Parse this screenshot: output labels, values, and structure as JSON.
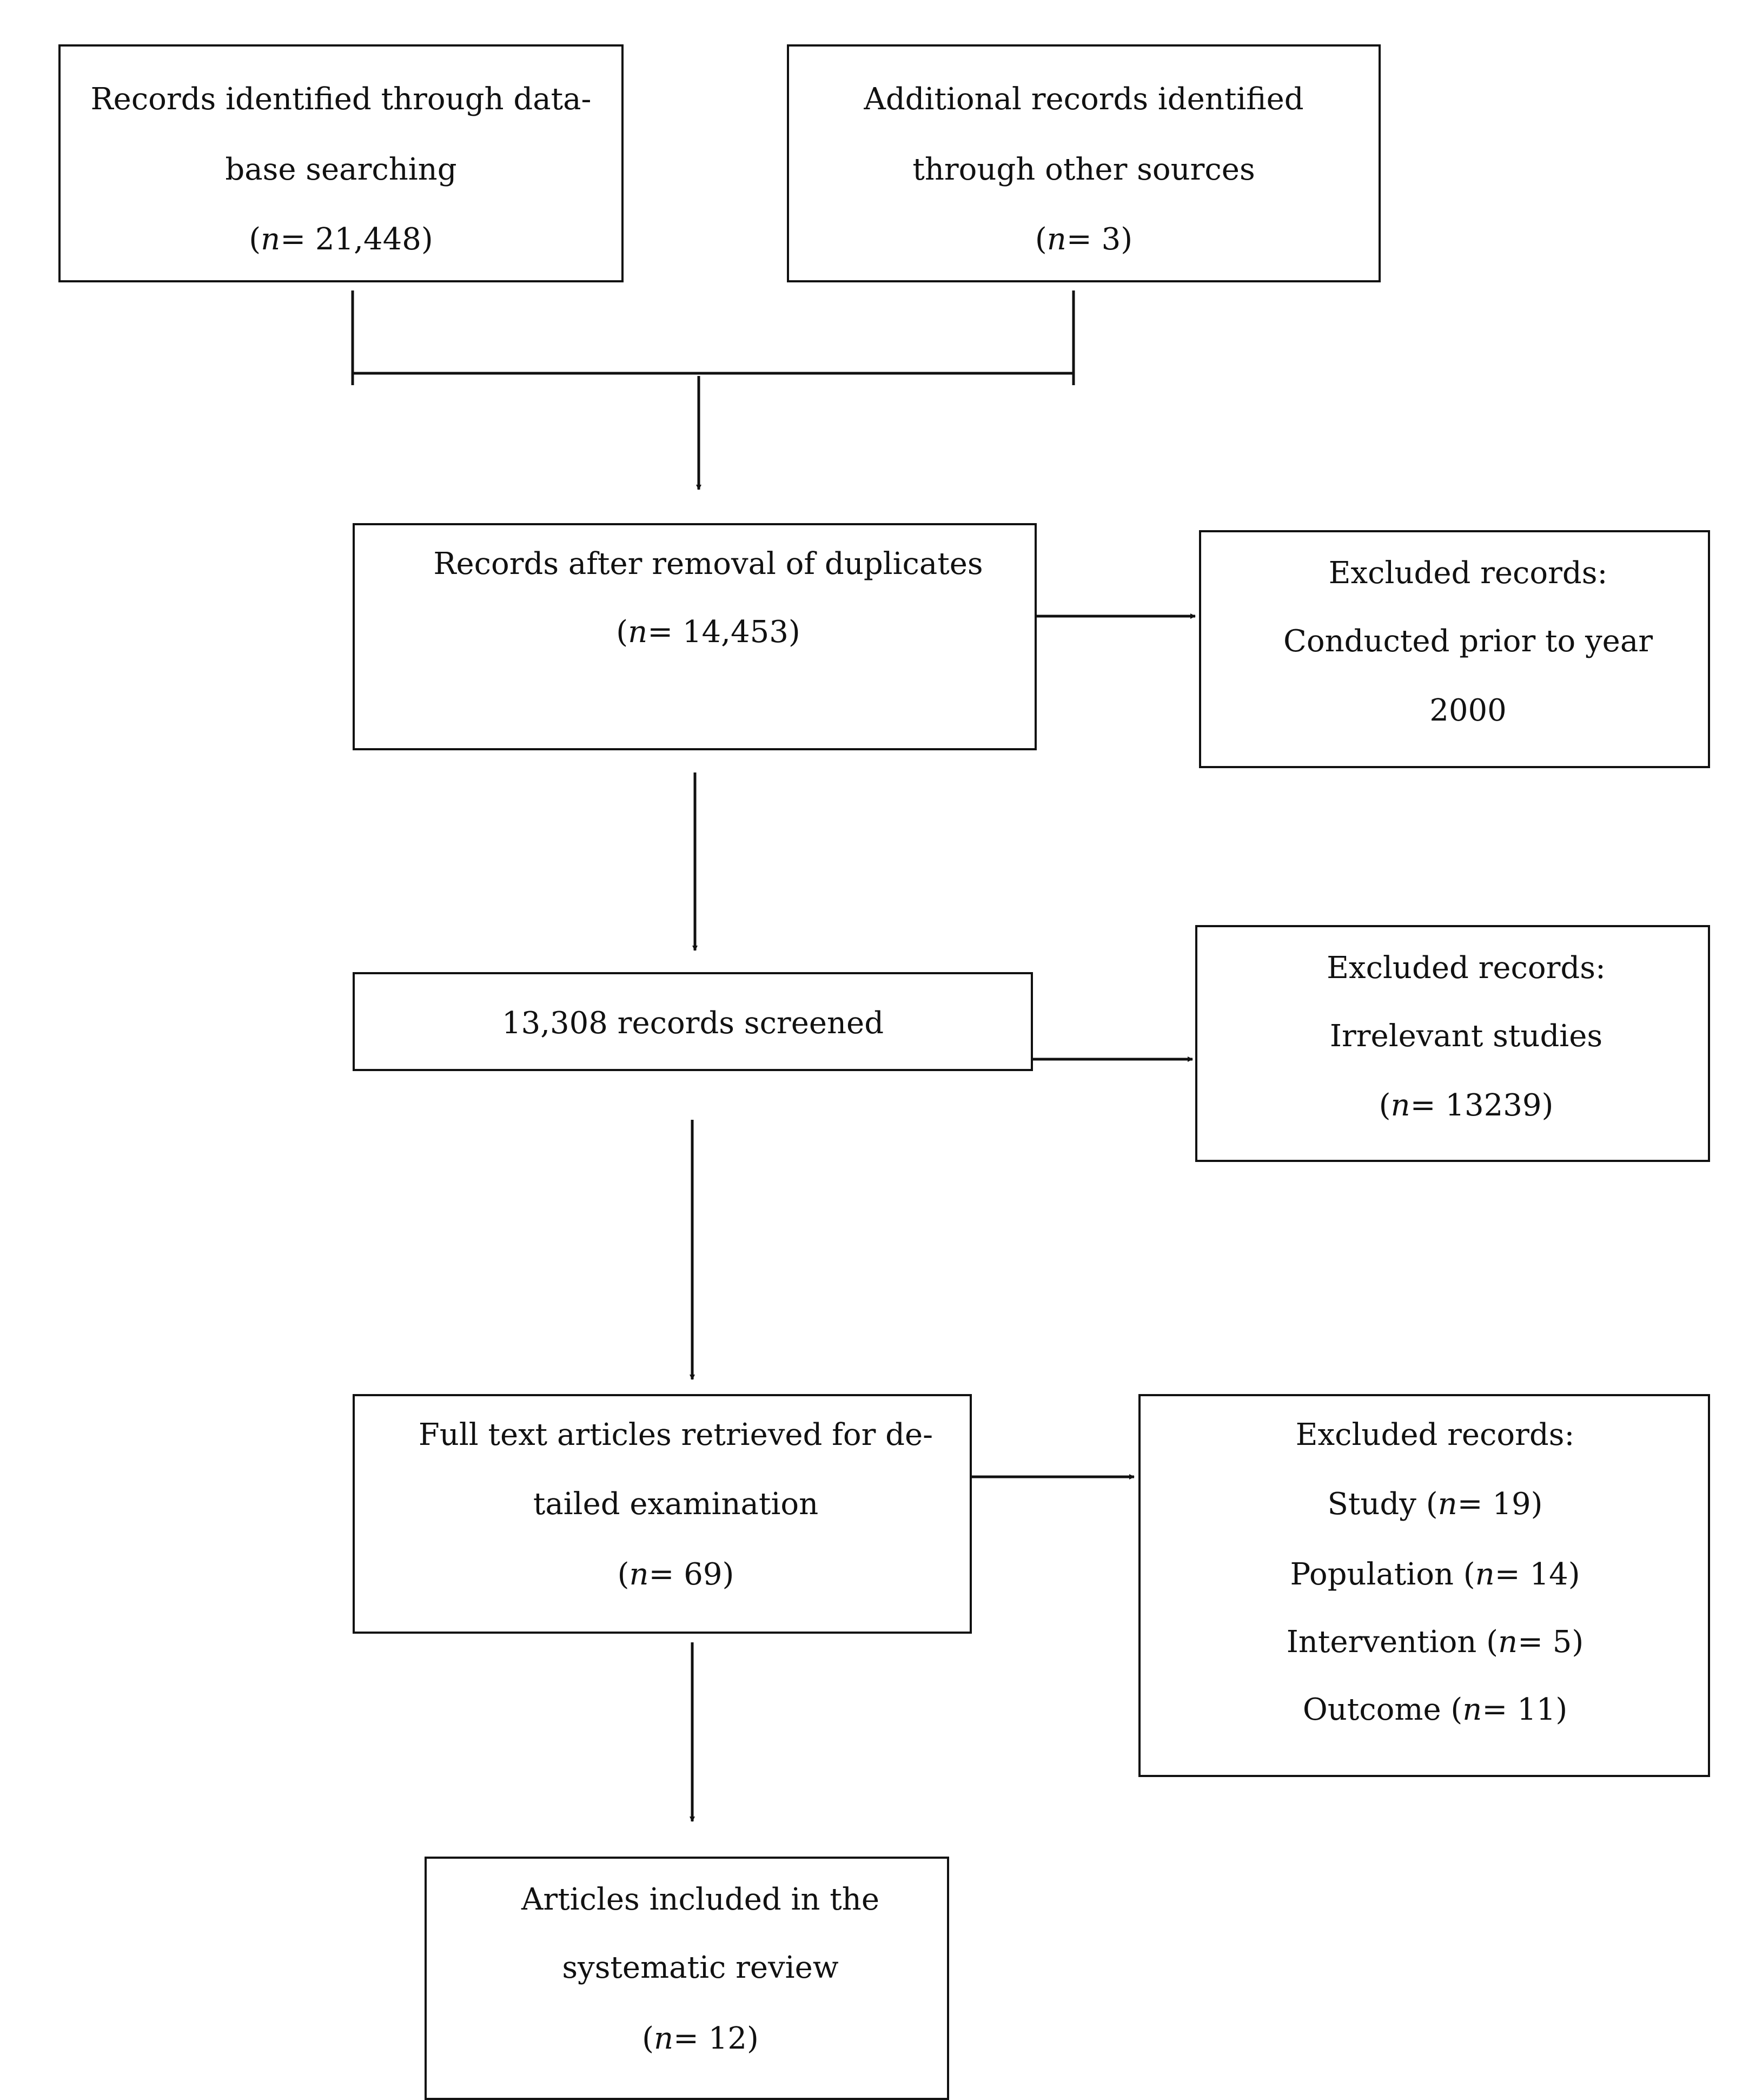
{
  "boxes": {
    "database": {
      "lines": [
        "Records identified through data-",
        "base searching",
        "(n= 21,448)"
      ]
    },
    "other_sources": {
      "lines": [
        "Additional records identified",
        "through other sources",
        "(n= 3)"
      ]
    },
    "after_duplicates": {
      "lines": [
        "Records after removal of duplicates",
        "(n= 14,453)"
      ]
    },
    "excluded_year": {
      "lines": [
        "Excluded records:",
        "Conducted prior to year",
        "2000"
      ]
    },
    "screened": {
      "lines": [
        "13,308 records screened"
      ]
    },
    "excluded_irrelevant": {
      "lines": [
        "Excluded records:",
        "Irrelevant studies",
        "(n= 13239)"
      ]
    },
    "full_text": {
      "lines": [
        "Full text articles retrieved for de-",
        "tailed examination",
        "(n= 69)"
      ]
    },
    "excluded_criteria": {
      "lines": [
        "Excluded records:",
        "Study (n= 19)",
        "Population (n= 14)",
        "Intervention (n= 5)",
        "Outcome (n= 11)"
      ]
    },
    "included": {
      "lines": [
        "Articles included in the",
        "systematic review",
        "(n= 12)"
      ]
    }
  }
}
